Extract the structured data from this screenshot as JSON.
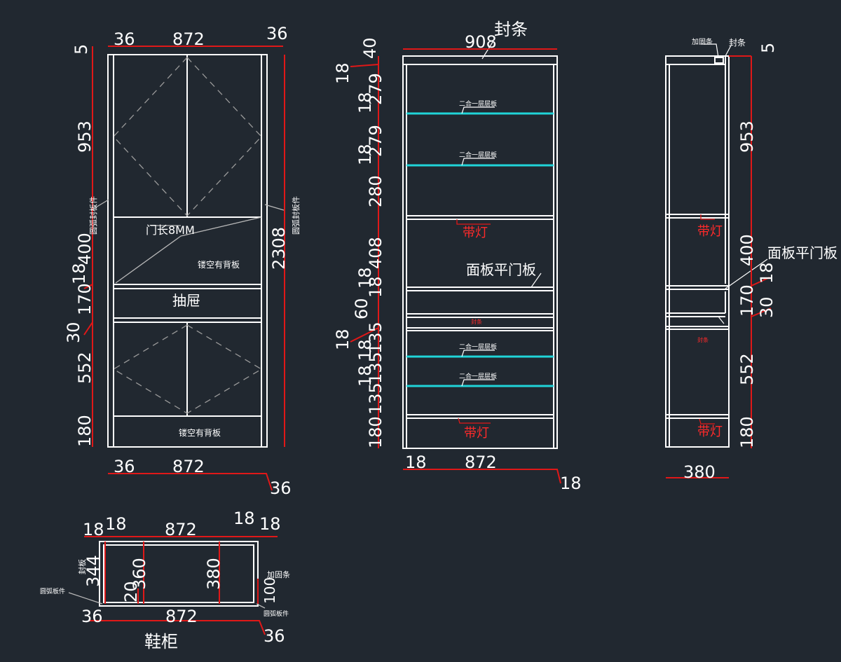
{
  "front_view": {
    "top_dims": [
      "36",
      "872",
      "36"
    ],
    "bottom_dims": [
      "36",
      "872",
      "36"
    ],
    "left_dims": [
      "5",
      "953",
      "400",
      "18",
      "170",
      "30",
      "552",
      "180"
    ],
    "total_height": "2308",
    "door_note": "门长8MM",
    "open_back_upper": "镂空有背板",
    "drawer_label": "抽屉",
    "open_back_lower": "镂空有背板",
    "arc_left": "圆弧封板件",
    "arc_right": "圆弧封板件"
  },
  "section_view": {
    "top_label": "封条",
    "top_dim": "908",
    "left_dims": [
      "40",
      "18",
      "279",
      "18",
      "279",
      "18",
      "280",
      "408",
      "18",
      "18",
      "60",
      "18",
      "135",
      "18",
      "135",
      "18",
      "135",
      "180"
    ],
    "shelf_labels": [
      "二合一层层板",
      "二合一层层板",
      "二合一层层板",
      "二合一层层板"
    ],
    "light_labels": [
      "带灯",
      "带灯"
    ],
    "strip_label": "封条",
    "door_panel_label": "面板平门板",
    "bottom_dims": [
      "18",
      "872",
      "18"
    ]
  },
  "side_view": {
    "top_labels": [
      "加固条",
      "封条"
    ],
    "right_dims": [
      "5",
      "953",
      "400",
      "18",
      "170",
      "30",
      "552",
      "180"
    ],
    "light_labels": [
      "带灯",
      "带灯"
    ],
    "strip_label": "封条",
    "door_panel_label": "面板平门板",
    "bottom_dim": "380"
  },
  "plan_view": {
    "top_dims": [
      "18",
      "18",
      "872",
      "18",
      "18"
    ],
    "inner_dims": [
      "344",
      "360",
      "20",
      "380",
      "100"
    ],
    "left_label": "封板",
    "arc_label_left": "圆弧板件",
    "right_label": "加固条",
    "arc_label_right": "圆弧板件",
    "bottom_dims": [
      "36",
      "872",
      "36"
    ],
    "title": "鞋柜"
  },
  "colors": {
    "background": "#212830",
    "line": "#ffffff",
    "dimension": "#e01818",
    "glass": "#20d4d8"
  }
}
